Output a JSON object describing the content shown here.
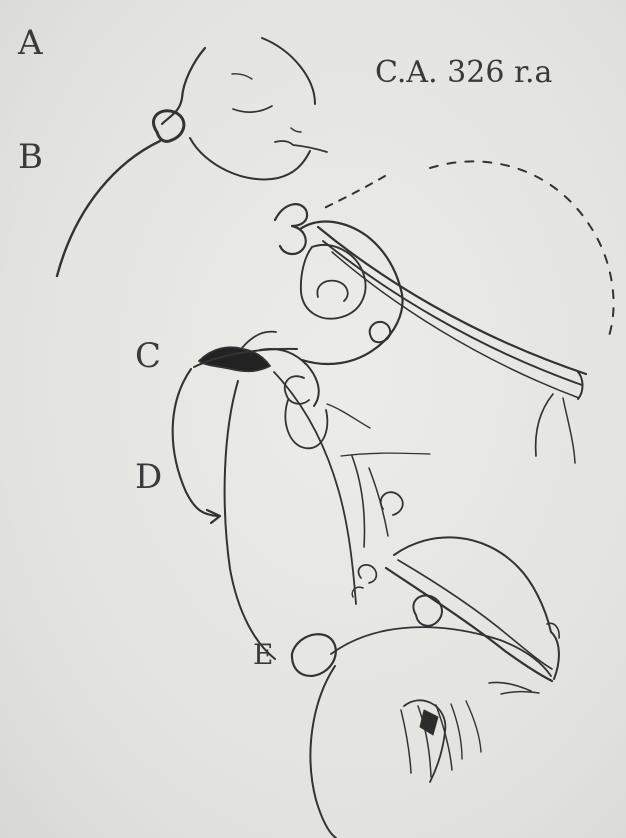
{
  "figure": {
    "caption": "C.A. 326 r.a",
    "labels": {
      "a": "A",
      "b": "B",
      "c": "C",
      "d": "D",
      "e": "E"
    }
  },
  "colors": {
    "paper": "#e6e6e3",
    "ink": "#333333"
  }
}
